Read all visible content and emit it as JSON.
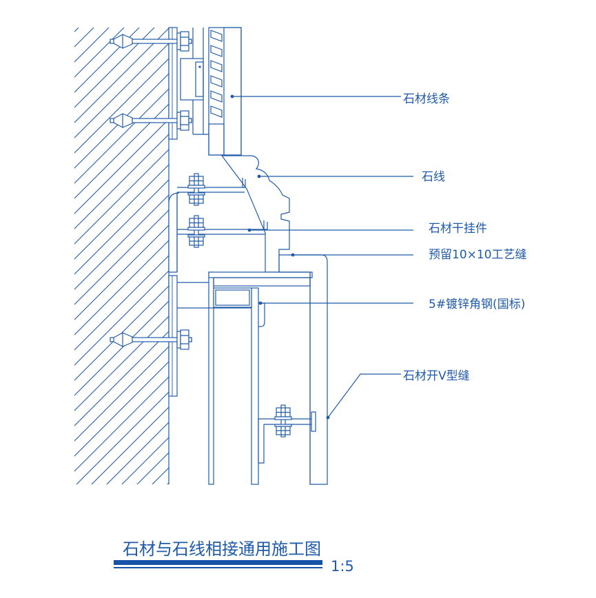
{
  "labels": {
    "stone_trim": "石材线条",
    "stone_line": "石线",
    "dry_hang_clip": "石材干挂件",
    "reserved_joint": "预留10×10工艺缝",
    "angle_steel": "5#镀锌角钢(国标)",
    "v_joint": "石材开V型缝"
  },
  "title": {
    "text": "石材与石线相接通用施工图",
    "scale": "1:5"
  },
  "colors": {
    "line": "#1f5aa8",
    "title_bar": "#1553a8",
    "background": "#ffffff"
  }
}
